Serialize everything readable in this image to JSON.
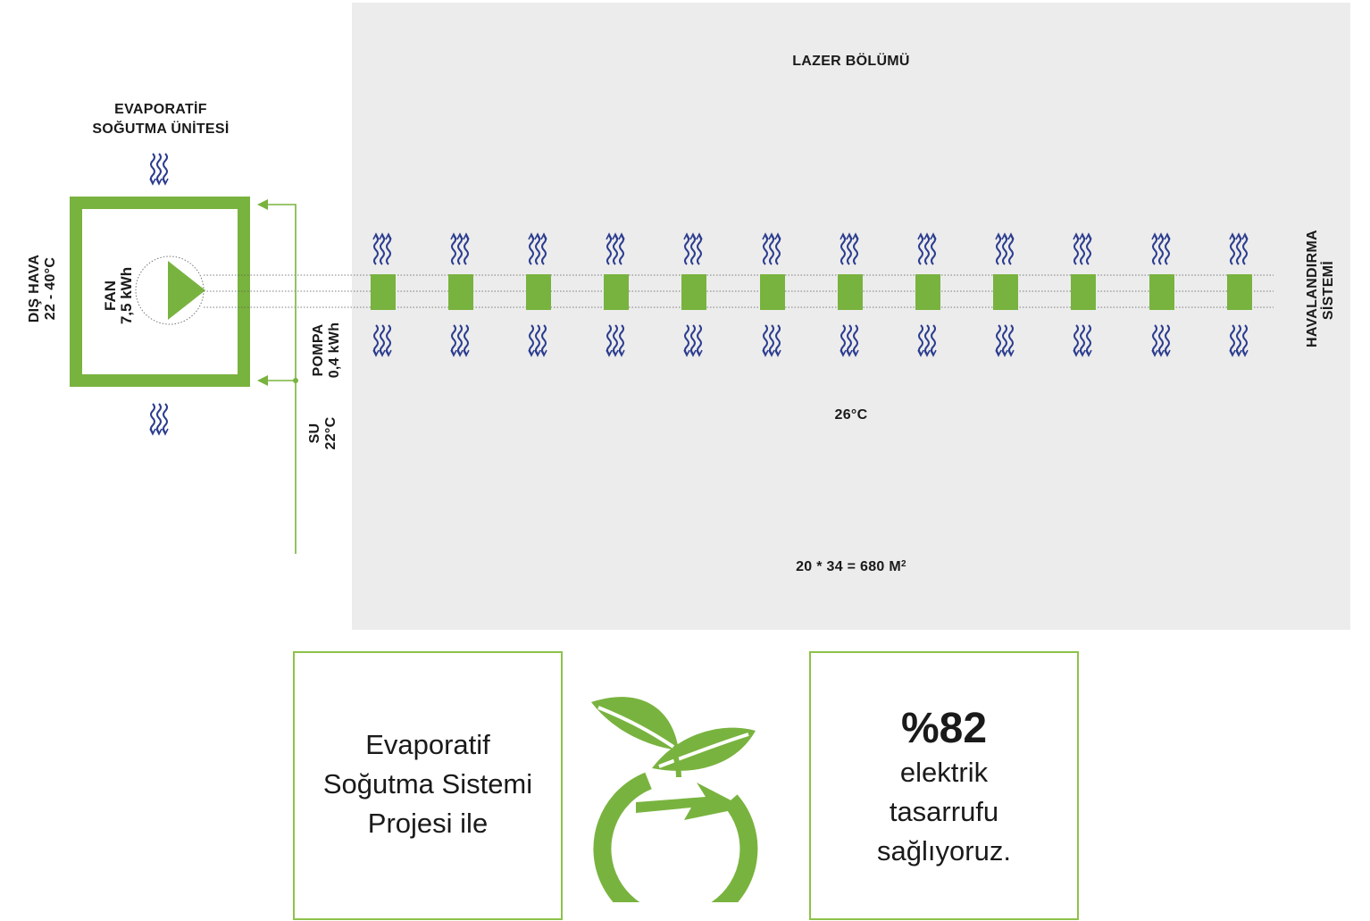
{
  "room": {
    "title": "LAZER BÖLÜMÜ",
    "temperature": "26°C",
    "area": "20 * 34 = 680 M",
    "area_superscript": "2",
    "ventilation_line1": "HAVALANDIRMA",
    "ventilation_line2": "SİSTEMİ"
  },
  "unit": {
    "title_line1": "EVAPORATİF",
    "title_line2": "SOĞUTMA ÜNİTESİ",
    "fan_line1": "FAN",
    "fan_line2": "7,5 kWh"
  },
  "outside": {
    "line1": "DIŞ HAVA",
    "line2": "22 - 40°C"
  },
  "pump": {
    "line1": "POMPA",
    "line2": "0,4 kWh"
  },
  "water": {
    "line1": "SU",
    "line2": "22°C"
  },
  "cards": {
    "left": {
      "line1": "Evaporatif",
      "line2": "Soğutma Sistemi",
      "line3": "Projesi ile"
    },
    "right": {
      "percent": "%82",
      "line1": "elektrik",
      "line2": "tasarrufu",
      "line3": "sağlıyoruz."
    }
  },
  "colors": {
    "green": "#79b33f",
    "room_bg": "#ececec",
    "wave_blue": "#2c3d8f",
    "dark_text": "#1a1a1a"
  },
  "icons": {
    "diffuser": "green-square-diffuser",
    "airflow": "wavy-airflow-icon",
    "eco": "leaf-energy-icon"
  }
}
